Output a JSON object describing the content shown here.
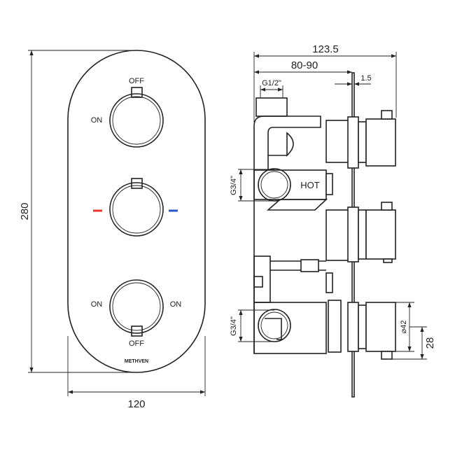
{
  "front_view": {
    "height_dim": "280",
    "width_dim": "120",
    "top_knob": {
      "off": "OFF",
      "on": "ON"
    },
    "bottom_knob": {
      "on_left": "ON",
      "on_right": "ON",
      "off": "OFF"
    },
    "brand": "METHVEN",
    "hot_mark_color": "#e8332a",
    "cold_mark_color": "#2a56c6"
  },
  "side_view": {
    "overall_depth": "123.5",
    "wall_depth": "80-90",
    "plate_thickness": "1.5",
    "outlet_thread": "G1/2\"",
    "hot_inlet_thread": "G3/4\"",
    "hot_label": "HOT",
    "cold_inlet_thread": "G3/4\"",
    "handle_diameter": "⌀42",
    "handle_offset": "28"
  }
}
